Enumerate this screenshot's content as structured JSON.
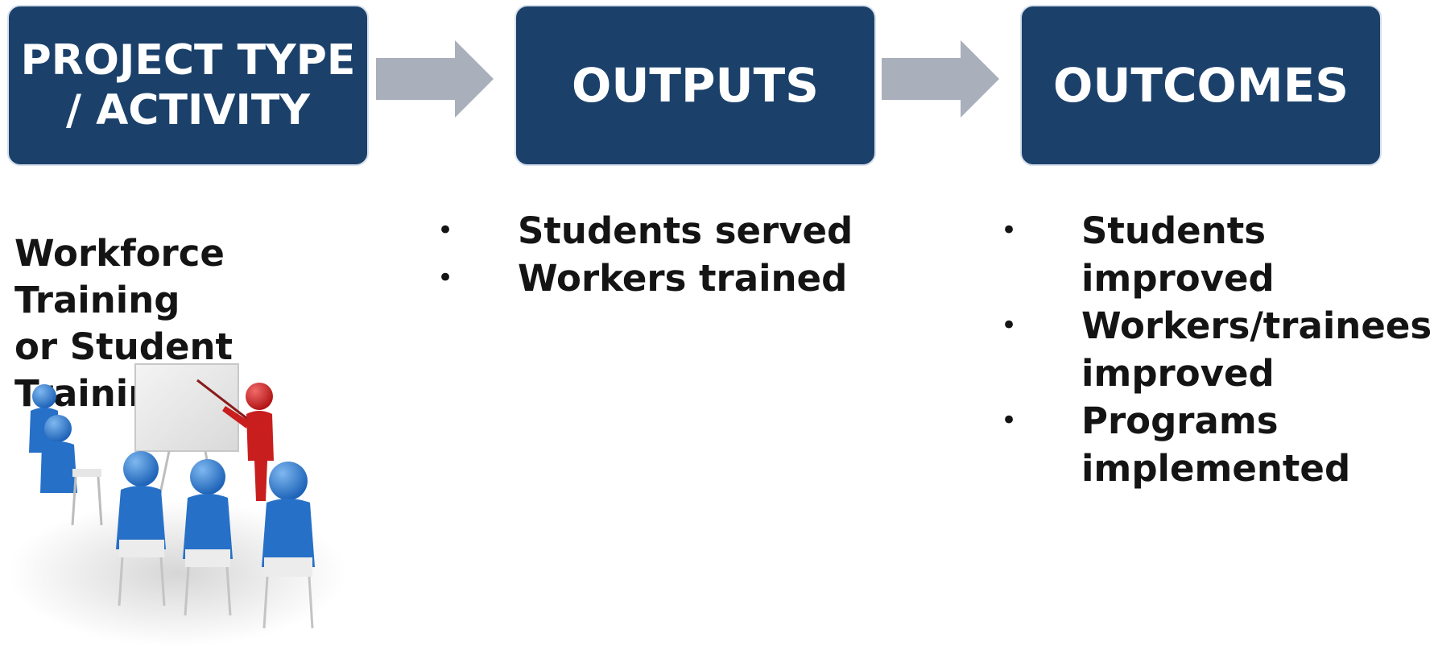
{
  "headers": {
    "project_line1": "PROJECT TYPE",
    "project_line2": "/ ACTIVITY",
    "outputs": "OUTPUTS",
    "outcomes": "OUTCOMES"
  },
  "activity": {
    "line1": "Workforce Training",
    "line2": "or Student Training"
  },
  "outputs_list": {
    "bullet": "•",
    "items": [
      "Students served",
      "Workers trained"
    ]
  },
  "outcomes_list": {
    "bullet": "•",
    "items": [
      "Students improved",
      "Workers/trainees improved",
      "Programs implemented"
    ]
  },
  "colors": {
    "box_fill": "#1b416b",
    "box_text": "#ffffff",
    "arrow_fill": "#a9afbb",
    "body_text": "#141414",
    "figure_blue": "#2f7fd6",
    "figure_red": "#d32020"
  },
  "icons": {
    "arrow": "right-block-arrow-icon",
    "illustration": "classroom-training-illustration"
  }
}
